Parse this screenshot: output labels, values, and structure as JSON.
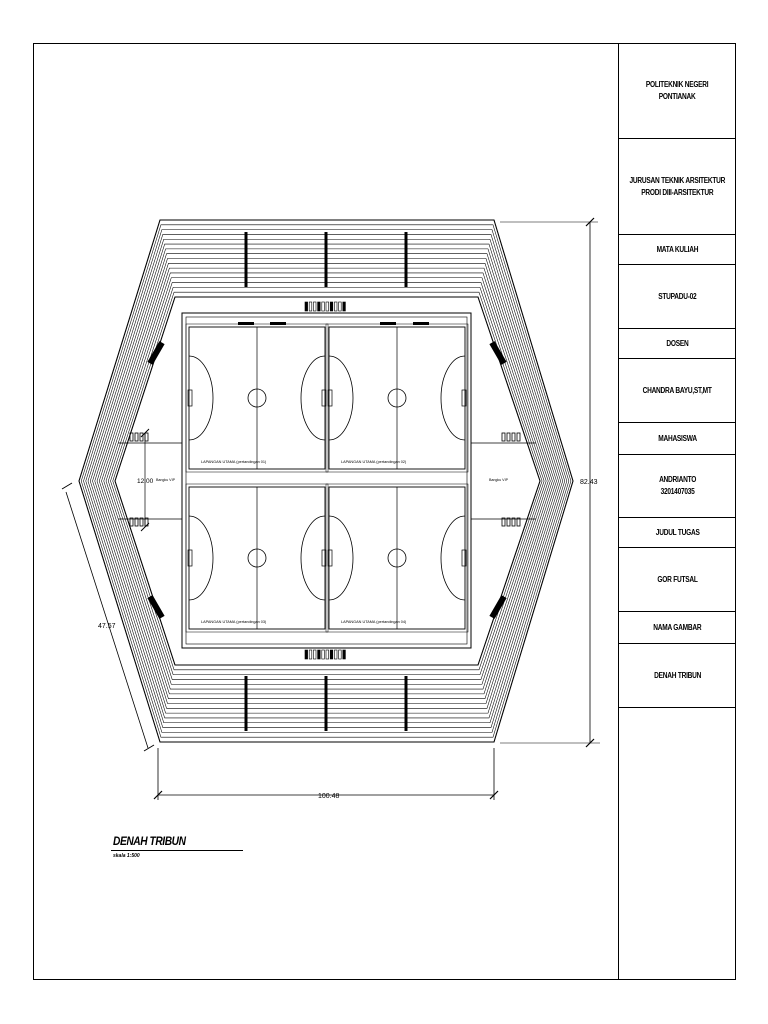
{
  "title_block": {
    "institution": "POLITEKNIK NEGERI\nPONTIANAK",
    "department": "JURUSAN TEKNIK ARSITEKTUR\nPRODI DIII-ARSITEKTUR",
    "course_label": "MATA KULIAH",
    "course_value": "STUPADU-02",
    "lecturer_label": "DOSEN",
    "lecturer_value": "CHANDRA BAYU,ST,MT",
    "student_label": "MAHASISWA",
    "student_value": "ANDRIANTO\n3201407035",
    "task_label": "JUDUL TUGAS",
    "task_value": "GOR  FUTSAL",
    "drawing_label": "NAMA GAMBAR",
    "drawing_value": "DENAH TRIBUN"
  },
  "plan": {
    "dim_width": "100.48",
    "dim_height": "82.43",
    "dim_side": "47.57",
    "dim_entrance": "12.00",
    "vip_left": "Bangku VIP",
    "vip_right": "Bangku VIP",
    "court_labels": [
      "LAPANGAN UTAMA (pertandingan 01)",
      "LAPANGAN UTAMA (pertandingan 02)",
      "LAPANGAN UTAMA (pertandingan 03)",
      "LAPANGAN UTAMA (pertandingan 04)"
    ]
  },
  "caption": {
    "title": "DENAH TRIBUN",
    "scale": "skala 1:500"
  }
}
